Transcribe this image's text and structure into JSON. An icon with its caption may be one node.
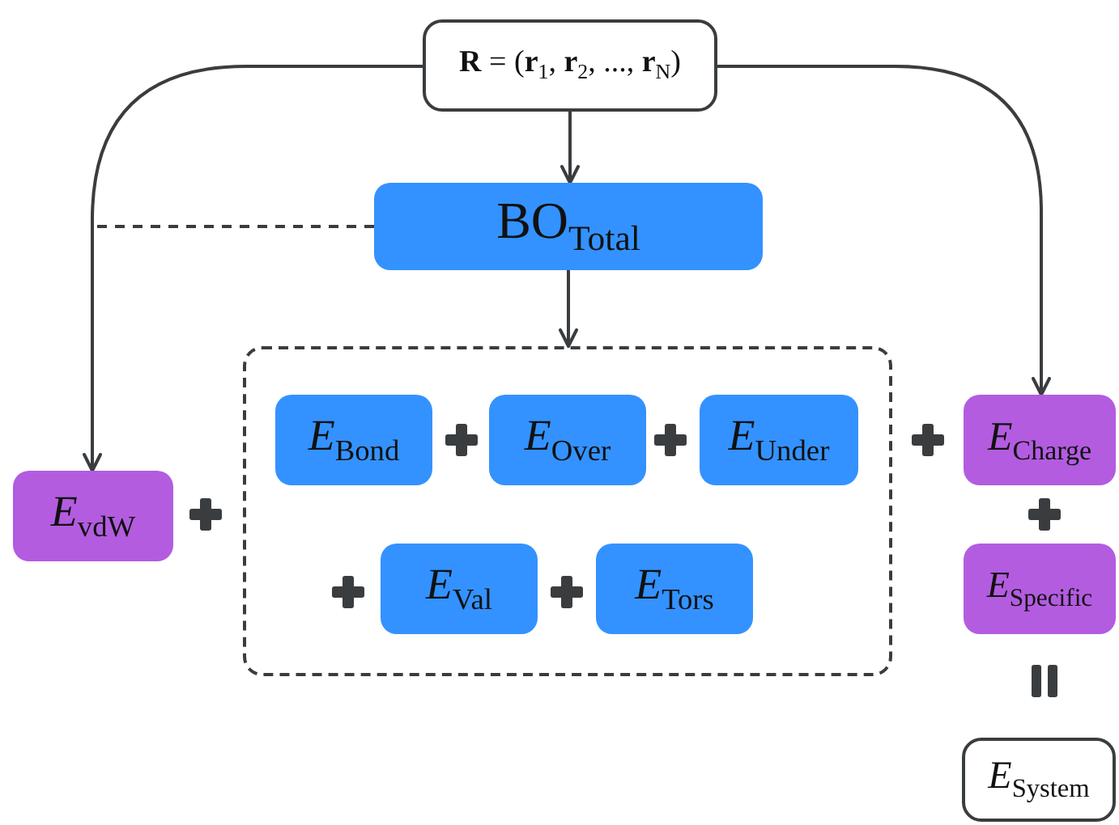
{
  "diagram": {
    "nodes": [
      {
        "text": [
          "**R** = (**r**$_{1}$, **r**$_{2}$, ..., **r**$_{N}$)"
        ]
      },
      {
        "text": [
          "BO$_{Total}$"
        ]
      },
      {
        "text": [],
        "shape": "box"
      },
      {
        "text": [
          "*E*$_{Bond}$"
        ],
        "in": 2
      },
      {
        "text": [
          "*E*$_{Over}$"
        ],
        "in": 2
      },
      {
        "text": [
          "*E*$_{Under}$"
        ],
        "in": 2
      },
      {
        "text": [
          "*E*$_{Val}$"
        ],
        "in": 2
      },
      {
        "text": [
          "*E*$_{Tors}$"
        ],
        "in": 2
      },
      {
        "text": [
          "*E*$_{vdW}$"
        ]
      },
      {
        "text": [
          "*E*$_{Charge}$"
        ]
      },
      {
        "text": [
          "*E*$_{Specific}$"
        ]
      },
      {
        "text": [
          "*E*$_{System}$"
        ]
      }
    ],
    "edges": [
      {
        "from": 0,
        "to": 1,
        "arrow": "to"
      },
      {
        "from": 1,
        "to": 2,
        "arrow": "to"
      },
      {
        "from": 0,
        "to": 8,
        "arrow": "to"
      },
      {
        "from": 0,
        "to": 9,
        "arrow": "to"
      },
      {
        "from": 1,
        "to": null,
        "arrow": "none",
        "style": "dashed"
      }
    ]
  }
}
